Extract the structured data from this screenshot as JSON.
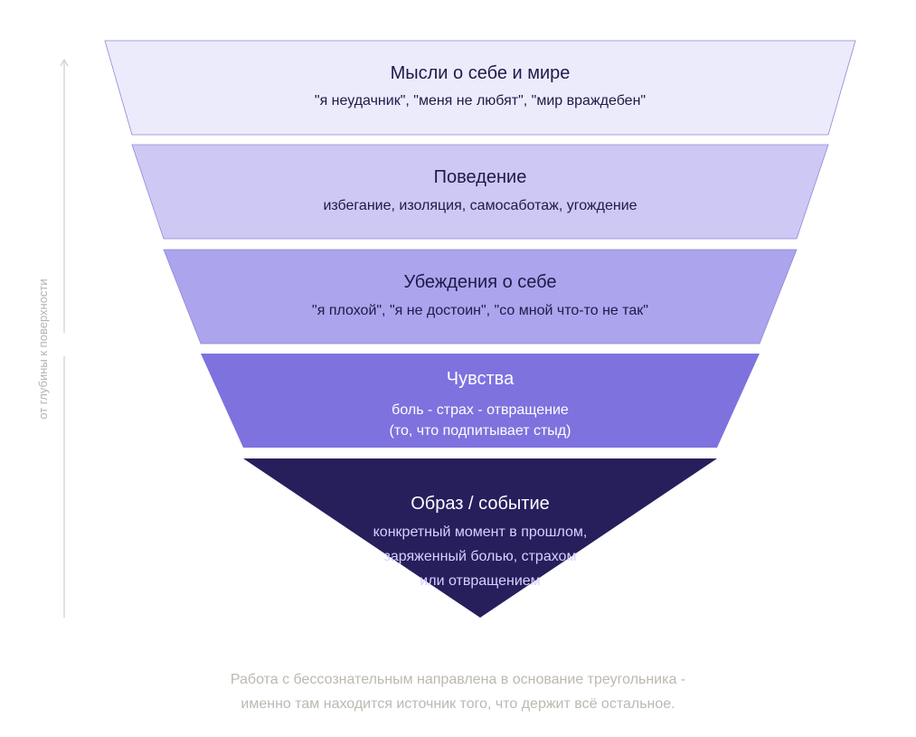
{
  "axis_label": "от глубины к поверхности",
  "colors": {
    "level1": "#ecebfb",
    "level2": "#cdc9f4",
    "level3": "#aca4ec",
    "level4": "#7e72df",
    "level5": "#261f5c",
    "stroke": "#8f86d8",
    "dark_text": "#1e1a4a",
    "light_text": "#ffffff",
    "sub_light_text": "#d6d1ff",
    "axis_line": "#c4c4c4"
  },
  "levels": [
    {
      "title": "Мысли о себе и мире",
      "lines": [
        "\"я неудачник\", \"меня не любят\", \"мир враждебен\""
      ]
    },
    {
      "title": "Поведение",
      "lines": [
        "избегание, изоляция, самосаботаж, угождение"
      ]
    },
    {
      "title": "Убеждения о себе",
      "lines": [
        "\"я плохой\", \"я не достоин\", \"со мной что-то не так\""
      ]
    },
    {
      "title": "Чувства",
      "lines": [
        "боль - страх - отвращение",
        "(то, что подпитывает стыд)"
      ]
    },
    {
      "title": "Образ / событие",
      "lines": [
        "конкретный момент в прошлом,",
        "заряженный болью, страхом",
        "или отвращением"
      ]
    }
  ],
  "footer": {
    "line1": "Работа с бессознательным направлена в основание треугольника -",
    "line2": "именно там находится источник того, что держит всё остальное."
  }
}
